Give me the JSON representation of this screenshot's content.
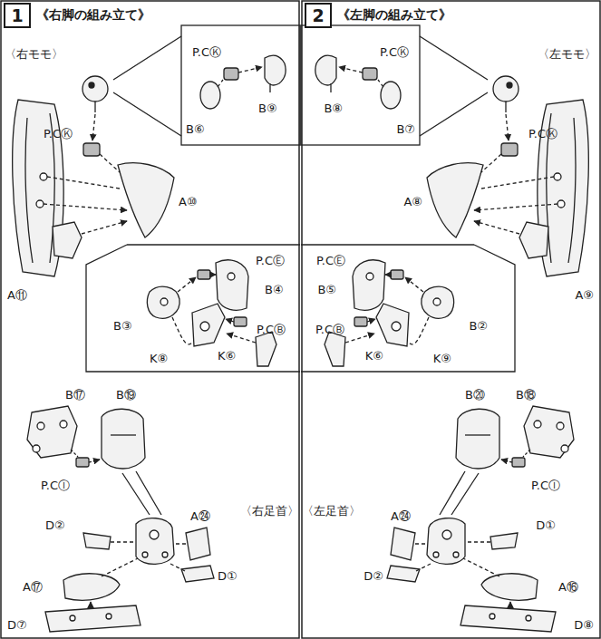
{
  "diagram": {
    "nodes": [
      {
        "text": [
          "1",
          "《右脚の組み立て》"
        ]
      },
      {
        "text": [
          "2",
          "《左脚の組み立て》"
        ]
      }
    ],
    "labels": [
      "〈右モモ〉",
      "P.CⓀ",
      "B⑥",
      "B⑨",
      "P.CⓀ",
      "A⑩",
      "A⑪",
      "P.CⒺ",
      "B④",
      "B③",
      "P.CⒷ",
      "K⑧",
      "K⑥",
      "B⑰",
      "B⑲",
      "P.CⒾ",
      "〈右足首〉",
      "D②",
      "A㉔",
      "D①",
      "A⑰",
      "D⑦",
      "〈左モモ〉",
      "P.CⓀ",
      "B⑧",
      "B⑦",
      "P.CⓀ",
      "A⑧",
      "A⑨",
      "P.CⒺ",
      "B⑤",
      "B②",
      "P.CⒷ",
      "K⑥",
      "K⑨",
      "B⑱",
      "B⑳",
      "P.CⒾ",
      "〈左足首〉",
      "A㉔",
      "D①",
      "D②",
      "A⑯",
      "D⑧"
    ]
  }
}
